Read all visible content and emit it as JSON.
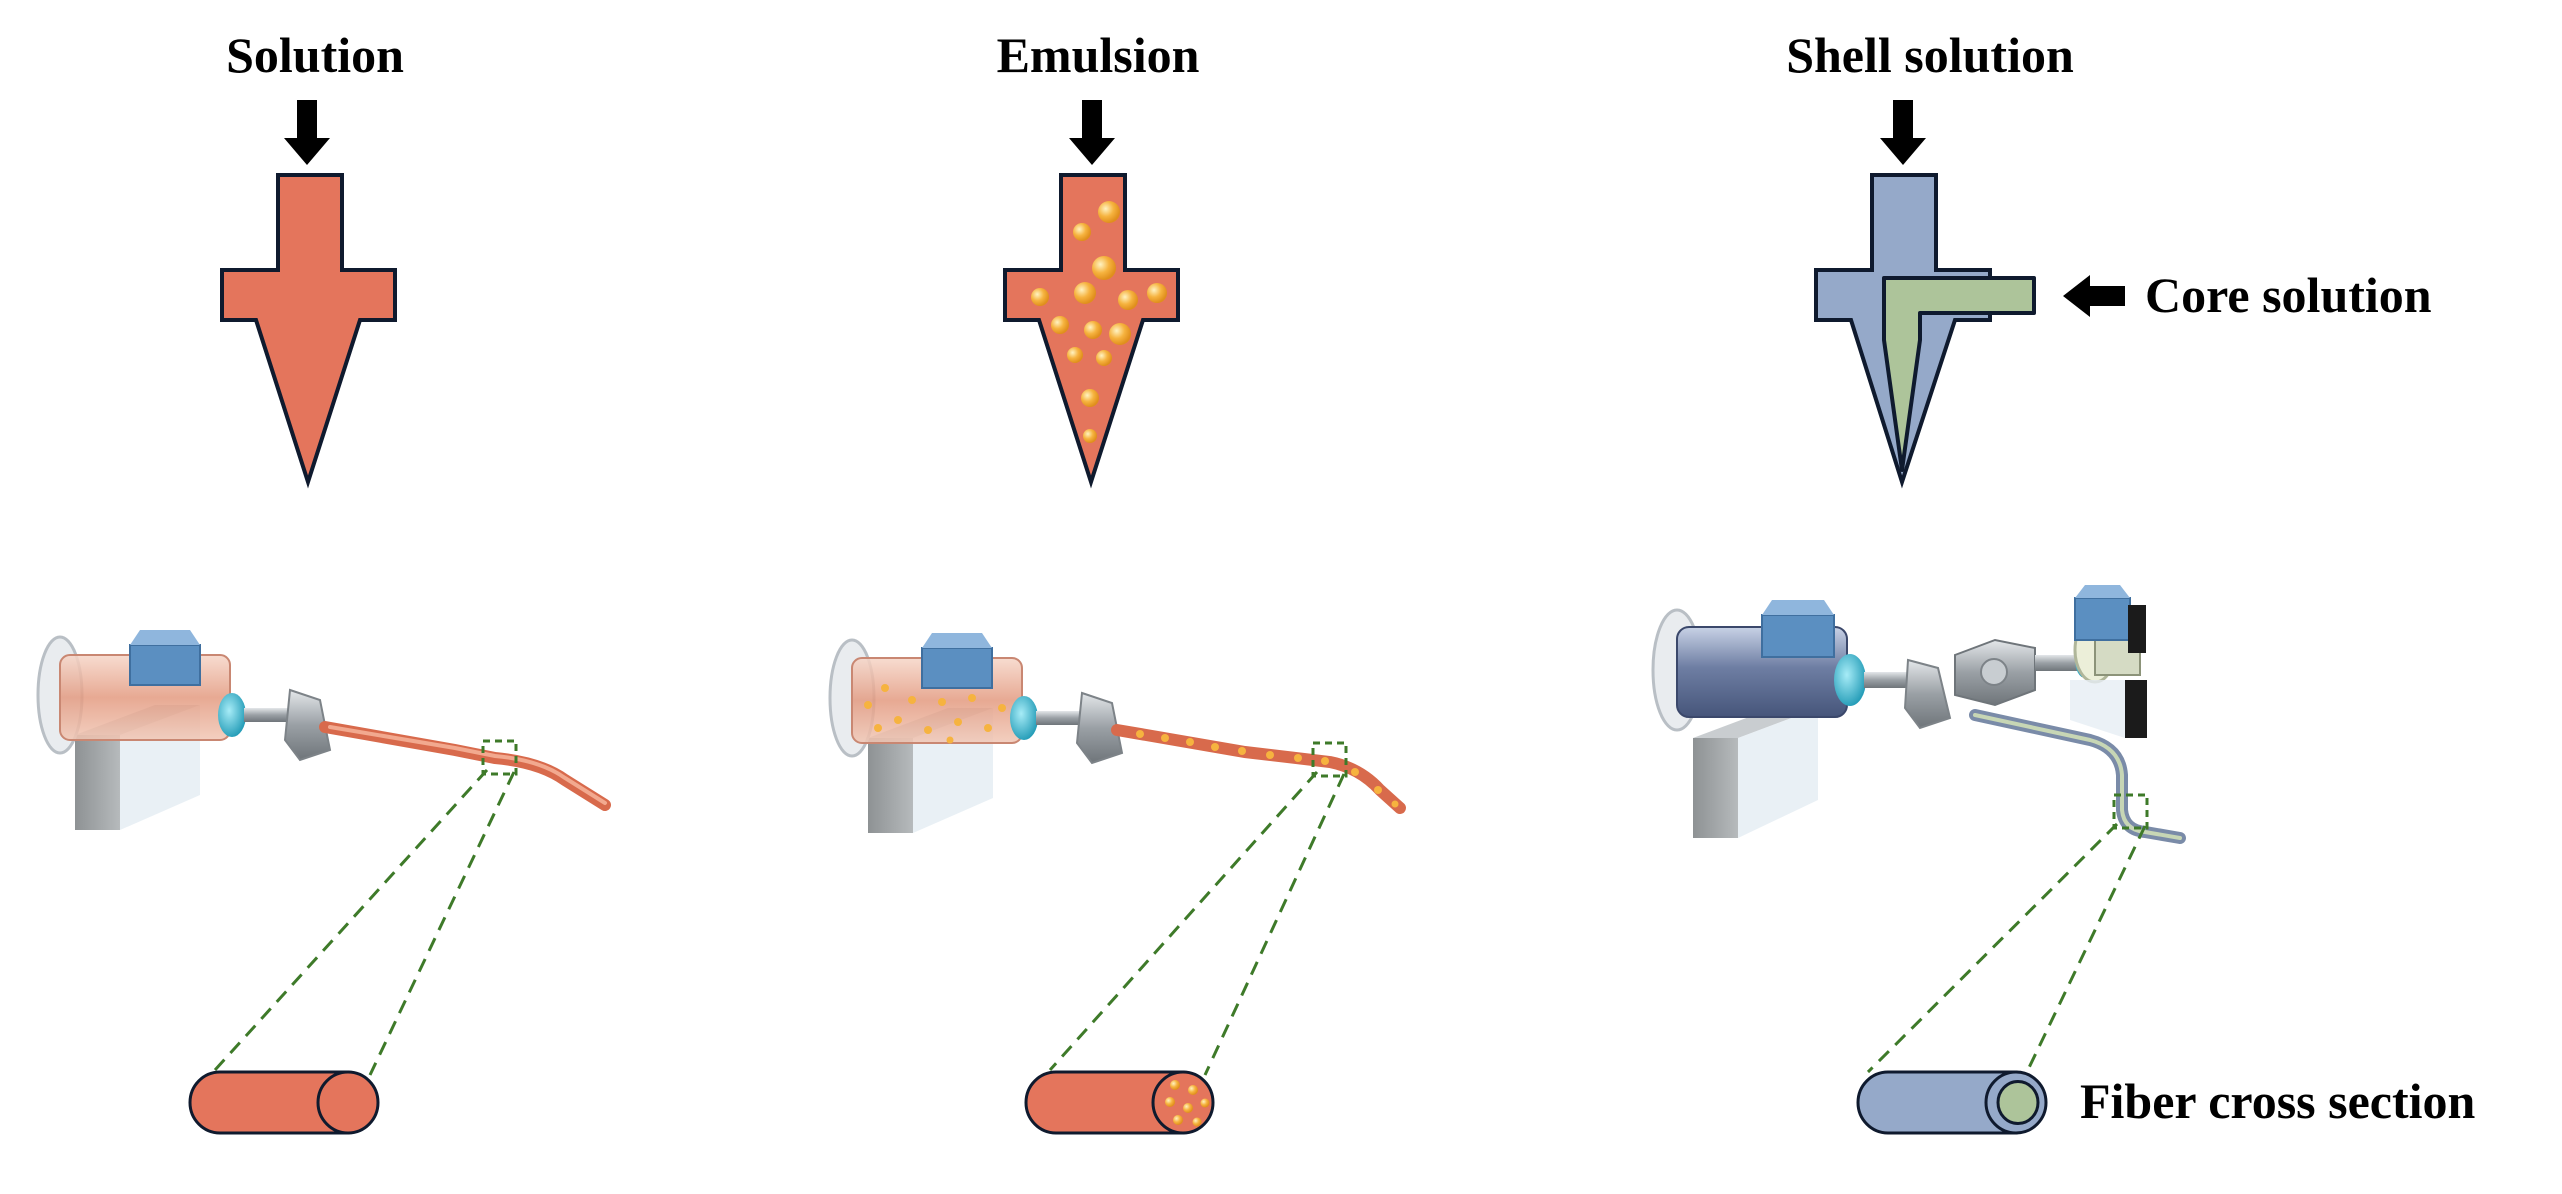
{
  "labels": {
    "solution": "Solution",
    "emulsion": "Emulsion",
    "shell": "Shell solution",
    "core": "Core solution",
    "cross_section": "Fiber cross section"
  },
  "colors": {
    "solution_fill": "#e4755c",
    "shell_fill": "#95a9c9",
    "core_fill": "#adc49a",
    "droplet": "#f6b33f",
    "outline": "#0f1a2e",
    "zoom_line": "#3e7a29",
    "syringe_blue": "#5b8fc1",
    "nozzle_cyan": "#1ab3d3",
    "metal": "#9aa0a5",
    "stand": "#8e9294"
  }
}
